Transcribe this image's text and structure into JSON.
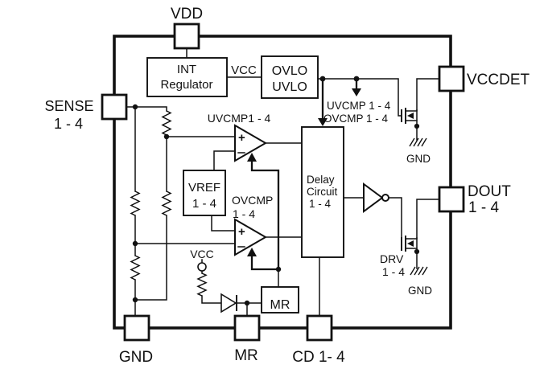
{
  "diagram": {
    "bg": "#ffffff",
    "line_color": "#111111",
    "pins": {
      "vdd": {
        "label": "VDD"
      },
      "sense": {
        "label": "SENSE",
        "range": "1 - 4"
      },
      "vccdet": {
        "label": "VCCDET"
      },
      "dout": {
        "label": "DOUT",
        "range": "1 - 4"
      },
      "gnd": {
        "label": "GND"
      },
      "mr": {
        "label": "MR"
      },
      "cd": {
        "label": "CD 1- 4"
      }
    },
    "blocks": {
      "int_regulator": {
        "line1": "INT",
        "line2": "Regulator"
      },
      "ovlo_uvlo": {
        "line1": "OVLO",
        "line2": "UVLO"
      },
      "vref": {
        "line1": "VREF",
        "line2": "1 - 4"
      },
      "delay": {
        "line1": "Delay",
        "line2": "Circuit",
        "line3": "1 - 4"
      },
      "mr_block": {
        "label": "MR"
      }
    },
    "comparators": {
      "uvcmp": {
        "label": "UVCMP1 - 4",
        "plus": "+"
      },
      "ovcmp": {
        "label_line1": "OVCMP",
        "label_line2": "1 - 4",
        "plus": "+"
      }
    },
    "nets": {
      "vcc_internal": "VCC",
      "vcc_pullup": "VCC",
      "uvcmp_bus": "UVCMP 1 - 4",
      "ovcmp_bus": "OVCMP 1 - 4",
      "drv_line1": "DRV",
      "drv_line2": "1 - 4",
      "gnd_vccdet_fet": "GND",
      "gnd_drv_fet": "GND"
    }
  }
}
